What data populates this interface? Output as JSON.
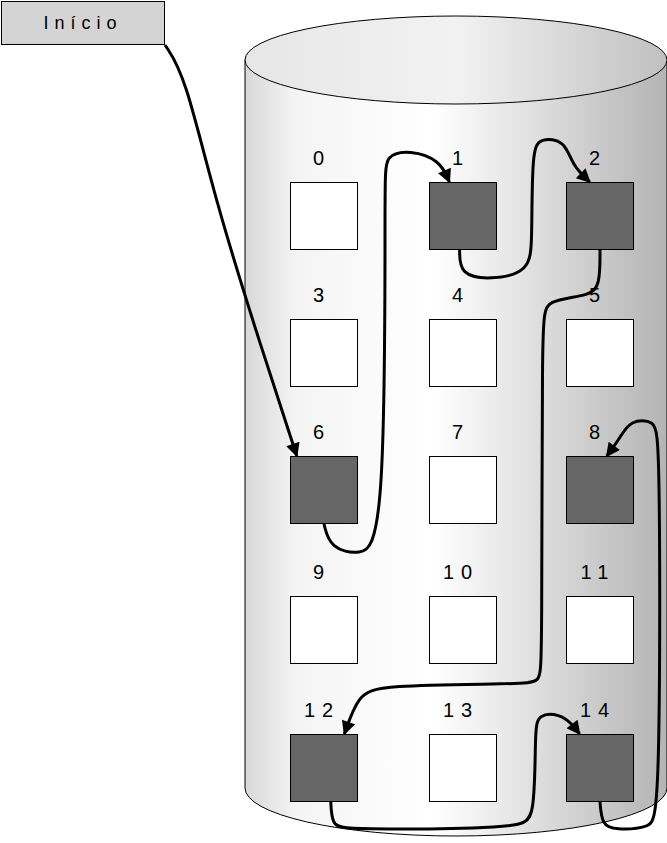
{
  "diagram": {
    "nodes": [
      {
        "text": [
          "Início"
        ]
      },
      {
        "text": [
          "0"
        ]
      },
      {
        "text": [
          "1"
        ]
      },
      {
        "text": [
          "2"
        ]
      },
      {
        "text": [
          "3"
        ]
      },
      {
        "text": [
          "4"
        ]
      },
      {
        "text": [
          "5"
        ]
      },
      {
        "text": [
          "6"
        ]
      },
      {
        "text": [
          "7"
        ]
      },
      {
        "text": [
          "8"
        ]
      },
      {
        "text": [
          "9"
        ]
      },
      {
        "text": [
          "10"
        ]
      },
      {
        "text": [
          "11"
        ]
      },
      {
        "text": [
          "12"
        ]
      },
      {
        "text": [
          "13"
        ]
      },
      {
        "text": [
          "14"
        ]
      }
    ],
    "edges": [
      {
        "from": 0,
        "to": 7,
        "arrow": "to"
      },
      {
        "from": 7,
        "to": 2,
        "arrow": "to"
      },
      {
        "from": 2,
        "to": 3,
        "arrow": "to"
      },
      {
        "from": 3,
        "to": 13,
        "arrow": "to"
      },
      {
        "from": 13,
        "to": 15,
        "arrow": "to"
      },
      {
        "from": 15,
        "to": 9,
        "arrow": "to"
      }
    ]
  }
}
